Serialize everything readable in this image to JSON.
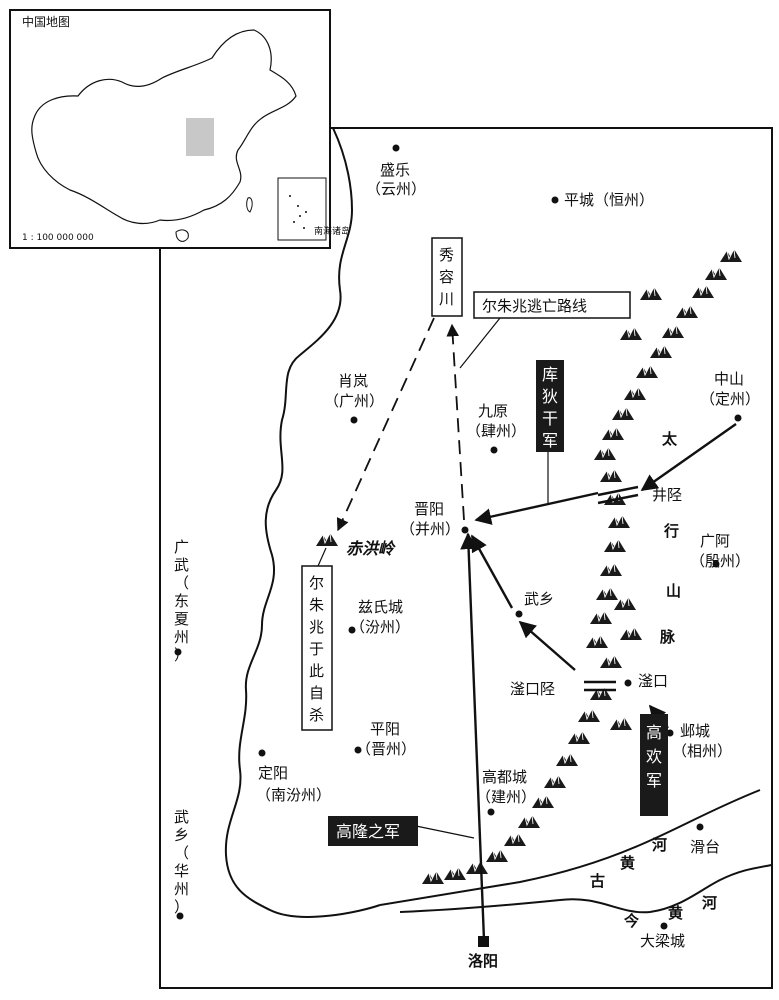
{
  "inset": {
    "title": "中国地图",
    "scale": "1 : 100 000 000",
    "south_sea": "南海诸岛"
  },
  "cities": {
    "shengle": "盛乐",
    "shengle_sub": "（云州）",
    "pingcheng": "平城（恒州）",
    "xiulang": "肖岚",
    "xiulang_sub": "（广州）",
    "jiuyuan": "九原",
    "jiuyuan_sub": "（肆州）",
    "zhongshan": "中山",
    "zhongshan_sub": "（定州）",
    "jinyang": "晋阳",
    "jinyang_sub": "（并州）",
    "jingxing": "井陉",
    "guange": "广阿",
    "guange_sub": "（殷州）",
    "chihongling": "赤洪岭",
    "wuxiang": "武乡",
    "zishicheng": "兹氏城",
    "zishicheng_sub": "（汾州）",
    "fukou": "滏口",
    "fukou_pass": "滏口陉",
    "yecheng": "邺城",
    "yecheng_sub": "（相州）",
    "pingyang": "平阳",
    "pingyang_sub": "（晋州）",
    "dingyang": "定阳",
    "dingyang_sub": "（南汾州）",
    "gaodoucheng": "高都城",
    "gaodoucheng_sub": "（建州）",
    "huatai": "滑台",
    "daliangcheng": "大梁城",
    "luoyang": "洛阳"
  },
  "vertical_labels": {
    "guangwu": "广武（东夏州）",
    "wuxiang_hua": "武乡（华州）",
    "xiurongchuan": "秀容川",
    "suicide": "尔朱兆于此自杀"
  },
  "map_features": {
    "taihang": [
      "太",
      "行",
      "山",
      "脉"
    ],
    "old_river": [
      "古",
      "黄",
      "河"
    ],
    "new_river": [
      "今",
      "黄",
      "河"
    ]
  },
  "callouts": {
    "escape_route": "尔朱兆逃亡路线",
    "kudigan": "库狄干军",
    "gaohuan": "高欢军",
    "gaolong": "高隆之军"
  }
}
